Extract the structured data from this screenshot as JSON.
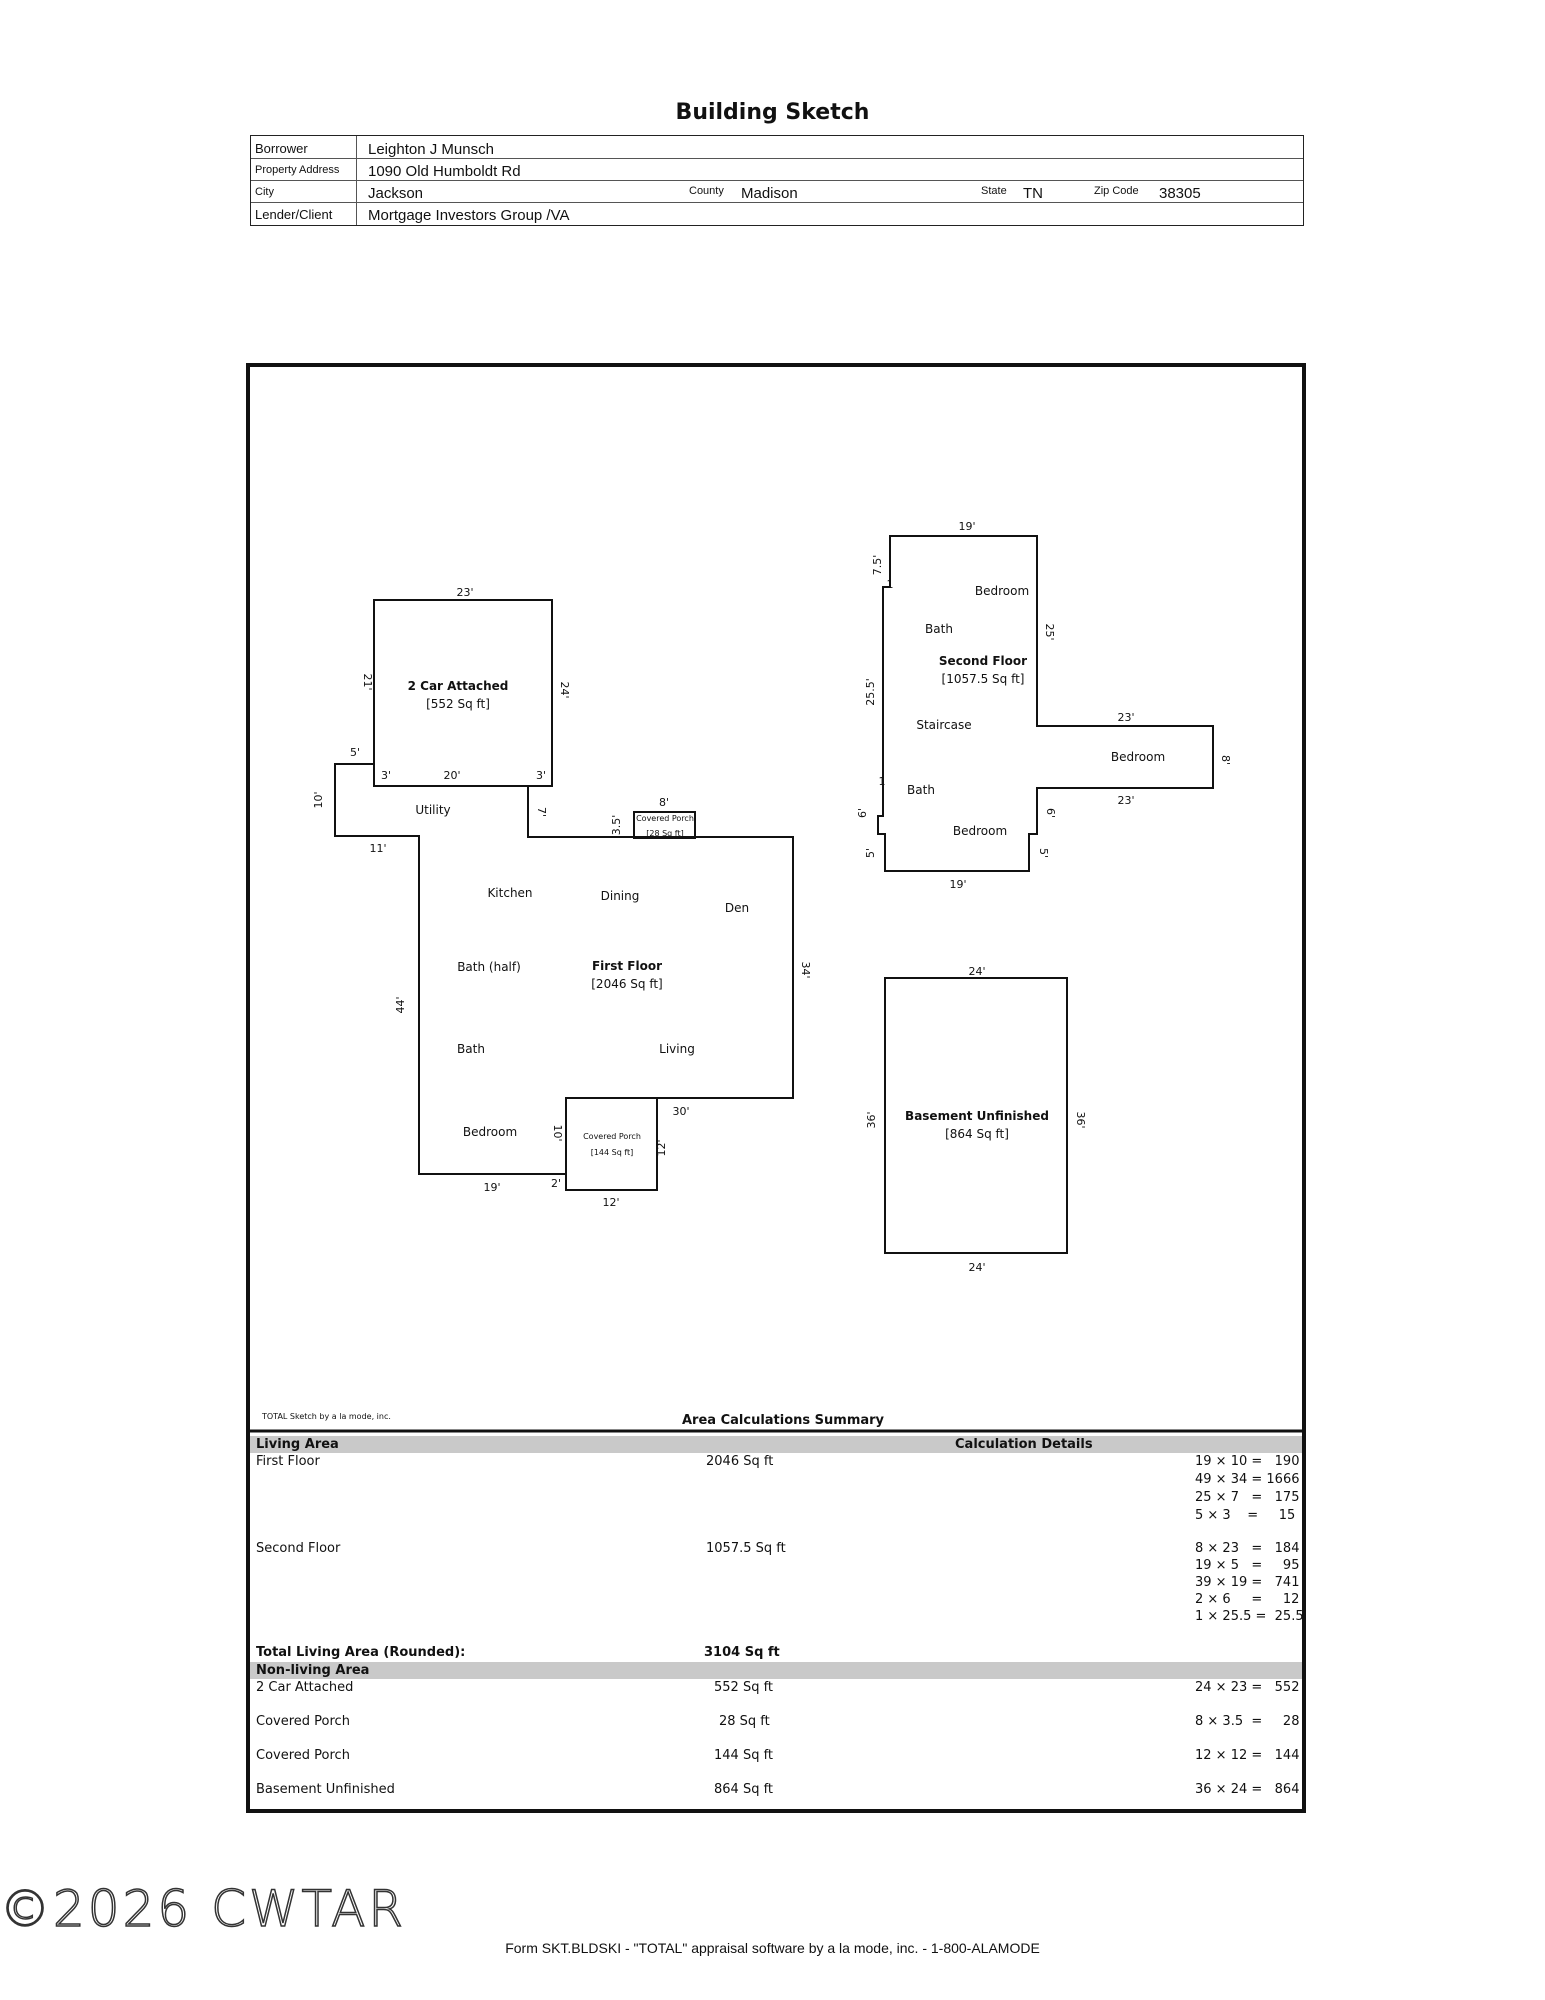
{
  "title": "Building Sketch",
  "header": {
    "borrower_label": "Borrower",
    "borrower": "Leighton J Munsch",
    "address_label": "Property Address",
    "address": "1090 Old Humboldt Rd",
    "city_label": "City",
    "city": "Jackson",
    "county_label": "County",
    "county": "Madison",
    "state_label": "State",
    "state": "TN",
    "zip_label": "Zip Code",
    "zip": "38305",
    "lender_label": "Lender/Client",
    "lender": "Mortgage Investors Group /VA"
  },
  "sketch": {
    "garage": {
      "name": "2 Car Attached",
      "area": "[552 Sq ft]"
    },
    "first_floor": {
      "name": "First Floor",
      "area": "[2046 Sq ft]"
    },
    "second_floor": {
      "name": "Second Floor",
      "area": "[1057.5 Sq ft]"
    },
    "basement": {
      "name": "Basement Unfinished",
      "area": "[864 Sq ft]"
    },
    "porch_small": {
      "name": "Covered Porch",
      "area": "[28 Sq ft]"
    },
    "porch_large": {
      "name": "Covered Porch",
      "area": "[144 Sq ft]"
    },
    "rooms": {
      "utility": "Utility",
      "kitchen": "Kitchen",
      "dining": "Dining",
      "den": "Den",
      "bath_half": "Bath (half)",
      "bath": "Bath",
      "living": "Living",
      "bedroom": "Bedroom",
      "staircase": "Staircase"
    },
    "dims": {
      "g_top": "23'",
      "g_left": "21'",
      "g_right": "24'",
      "g_bottom": "20'",
      "g_3a": "3'",
      "g_3b": "3'",
      "d5": "5'",
      "d10": "10'",
      "d11": "11'",
      "d7": "7'",
      "d8": "8'",
      "d35": "3.5'",
      "d44": "44'",
      "d34": "34'",
      "d30": "30'",
      "d19": "19'",
      "d2": "2'",
      "d10b": "10'",
      "d12": "12'",
      "d12b": "12'",
      "s19top": "19'",
      "s75": "7.5'",
      "s1a": "1",
      "s25": "25'",
      "s255": "25.5'",
      "s23a": "23'",
      "s8": "8'",
      "s23b": "23'",
      "s1b": "1",
      "s6a": "6'",
      "s6b": "6'",
      "s5a": "5'",
      "s5b": "5'",
      "s19bot": "19'",
      "b24top": "24'",
      "b36l": "36'",
      "b36r": "36'",
      "b24bot": "24'"
    }
  },
  "summary": {
    "credit": "TOTAL Sketch by a la mode, inc.",
    "title": "Area Calculations Summary",
    "living_header": "Living Area",
    "calc_header": "Calculation Details",
    "first_floor": {
      "label": "First Floor",
      "area": "2046 Sq ft",
      "calcs": [
        "19 × 10 =   190",
        "49 × 34 = 1666",
        "25 × 7   =   175",
        "5 × 3    =     15"
      ]
    },
    "second_floor": {
      "label": "Second Floor",
      "area": "1057.5 Sq ft",
      "calcs": [
        "8 × 23   =   184",
        "19 × 5   =     95",
        "39 × 19 =   741",
        "2 × 6     =     12",
        "1 × 25.5 =  25.5"
      ]
    },
    "total_label": "Total Living Area (Rounded):",
    "total_value": "3104 Sq ft",
    "nonliving_header": "Non-living Area",
    "nonliving": [
      {
        "label": "2 Car Attached",
        "area": "552 Sq ft",
        "calc": "24 × 23 =   552"
      },
      {
        "label": "Covered Porch",
        "area": "28 Sq ft",
        "calc": "8 × 3.5  =     28"
      },
      {
        "label": "Covered Porch",
        "area": "144 Sq ft",
        "calc": "12 × 12 =   144"
      },
      {
        "label": "Basement Unfinished",
        "area": "864 Sq ft",
        "calc": "36 × 24 =   864"
      }
    ]
  },
  "watermark": "©2026 CWTAR",
  "footer": "Form SKT.BLDSKI - \"TOTAL\" appraisal software by a la mode, inc. - 1-800-ALAMODE"
}
